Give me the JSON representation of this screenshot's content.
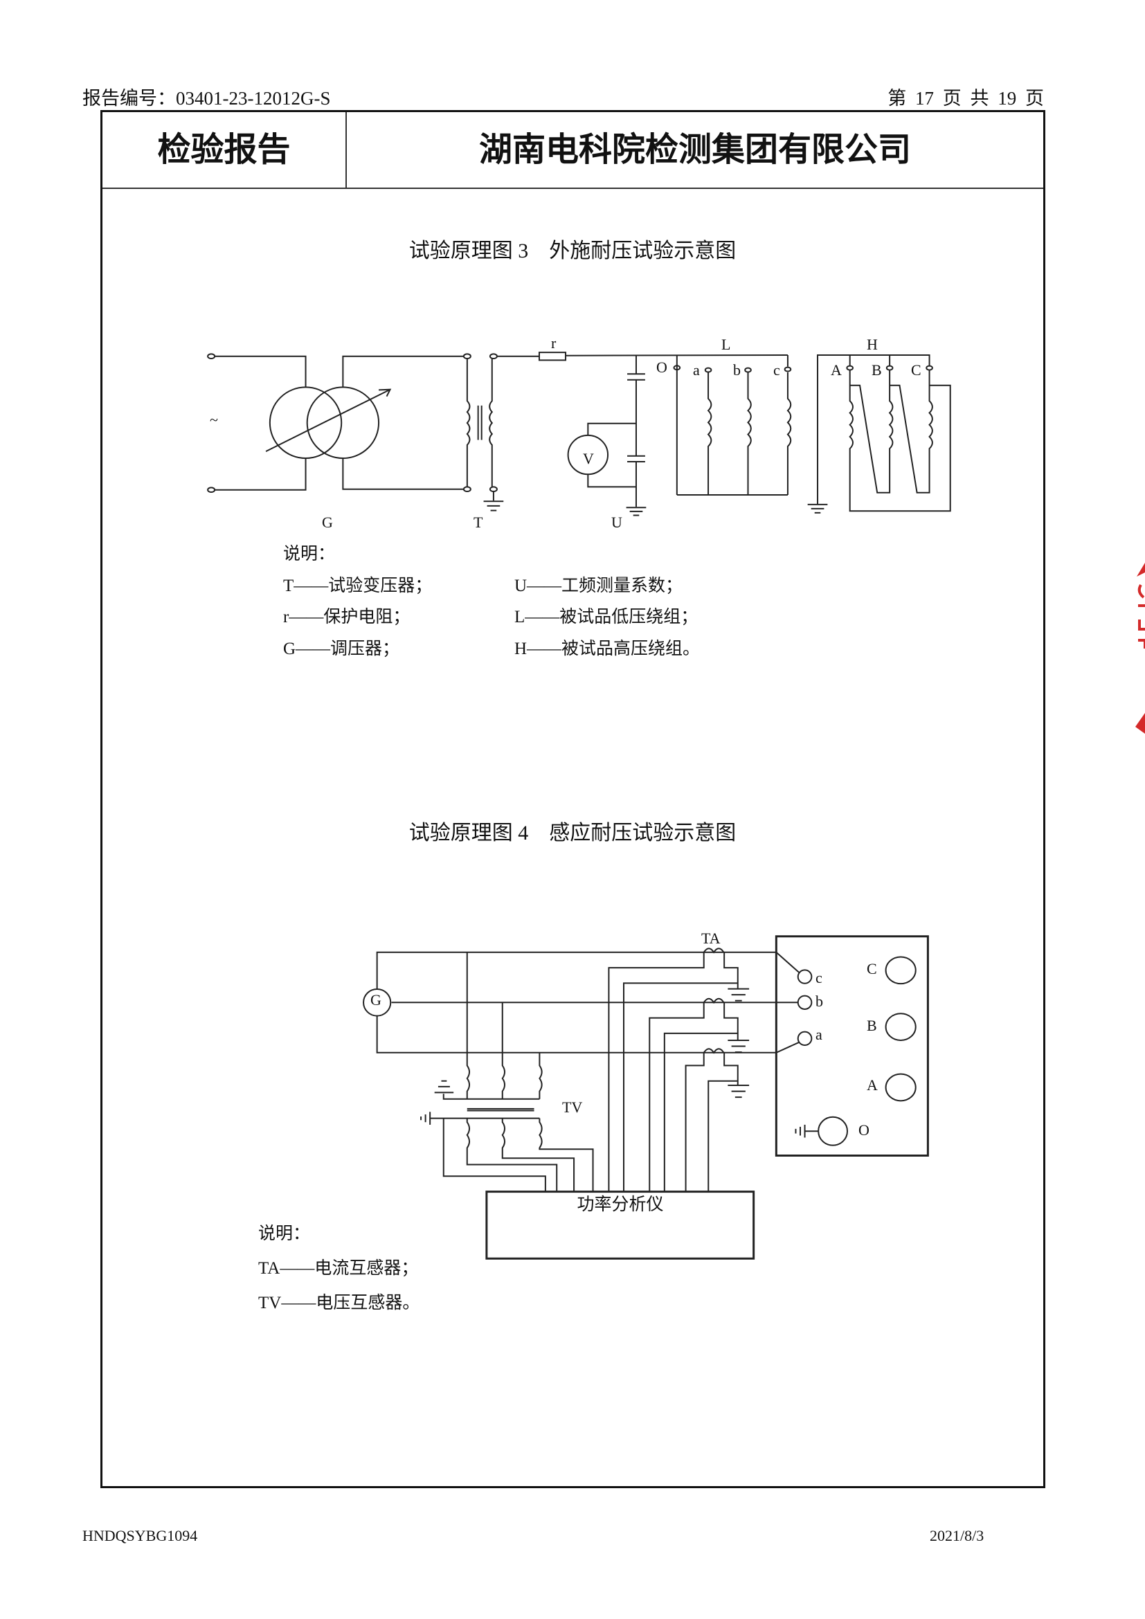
{
  "header": {
    "report_no": "报告编号：03401-23-12012G-S",
    "page_info": "第 17 页 共 19 页"
  },
  "title_box": {
    "left": "检验报告",
    "right": "湖南电科院检测集团有限公司"
  },
  "figure3": {
    "title": "试验原理图 3　外施耐压试验示意图",
    "labels": {
      "ac": "~",
      "r": "r",
      "L": "L",
      "H": "H",
      "O": "O",
      "a": "a",
      "b": "b",
      "c": "c",
      "A": "A",
      "B": "B",
      "C": "C",
      "V": "V",
      "G": "G",
      "T": "T",
      "U": "U"
    },
    "legend_title": "说明：",
    "legend": [
      "T——试验变压器；",
      "r——保护电阻；",
      "G——调压器；",
      "U——工频测量系数；",
      "L——被试品低压绕组；",
      "H——被试品高压绕组。"
    ]
  },
  "figure4": {
    "title": "试验原理图 4　感应耐压试验示意图",
    "labels": {
      "G": "G",
      "TA": "TA",
      "TV": "TV",
      "c": "c",
      "b": "b",
      "a": "a",
      "C": "C",
      "B": "B",
      "A": "A",
      "O": "O",
      "analyzer": "功率分析仪"
    },
    "legend_title": "说明：",
    "legend": [
      "TA——电流互感器；",
      "TV——电压互感器。"
    ]
  },
  "footer": {
    "form_code": "HNDQSYBG1094",
    "date": "2021/8/3"
  },
  "colors": {
    "stamp": "#d42a2a"
  }
}
